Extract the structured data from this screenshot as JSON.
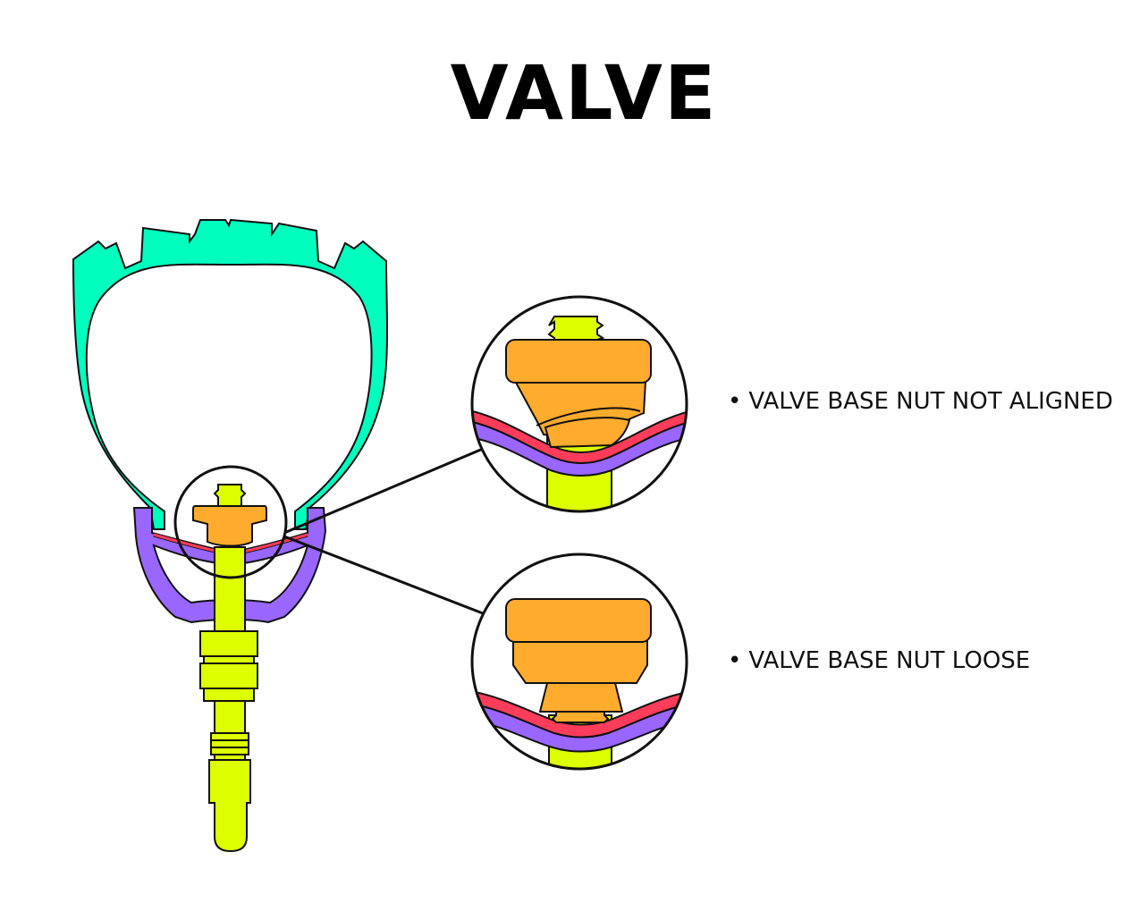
{
  "title": "VALVE",
  "issues": [
    {
      "bullet": "•",
      "text": "VALVE BASE NUT NOT ALIGNED"
    },
    {
      "bullet": "•",
      "text": "VALVE BASE NUT LOOSE"
    }
  ],
  "colors": {
    "tire": "#00ffbf",
    "rim": "#9966ff",
    "rim_tape": "#ff3d5a",
    "valve_stem": "#ddff00",
    "valve_nut": "#ffab2e",
    "outline": "#111111"
  }
}
